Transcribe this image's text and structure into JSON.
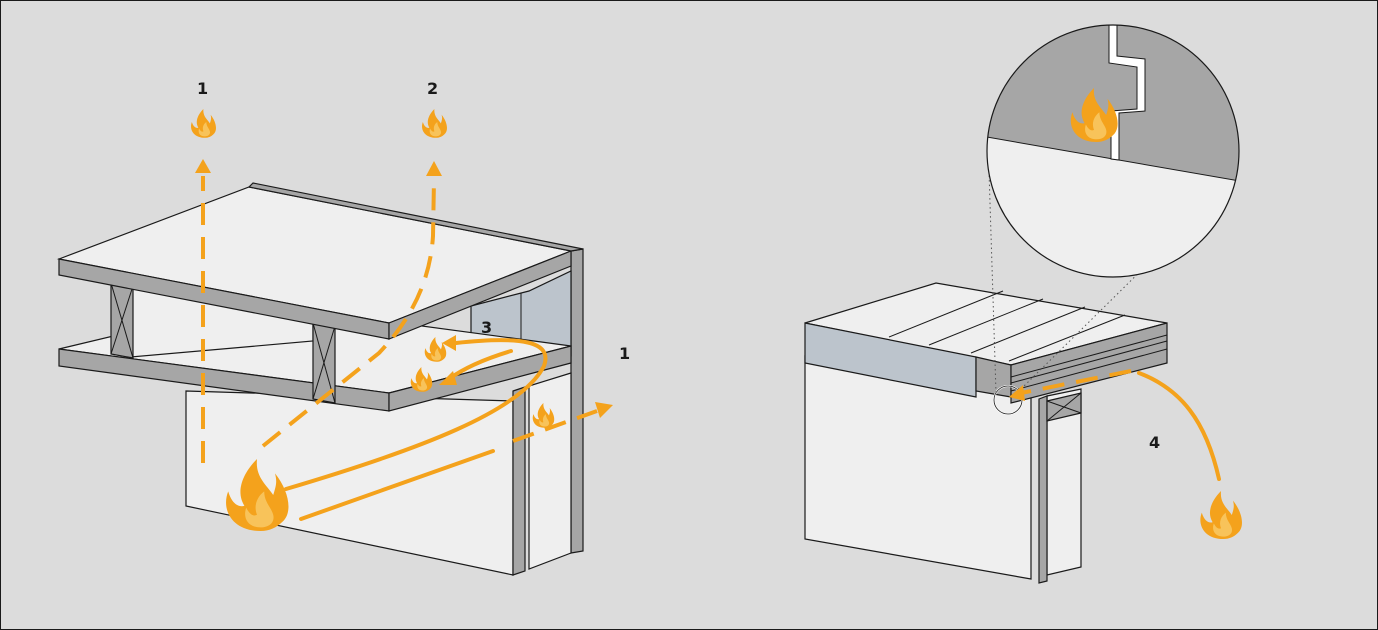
{
  "colors": {
    "background": "#dcdcdc",
    "fire": "#f4a21c",
    "fire_light": "#f8c35a",
    "insulation": "#bcc4cc",
    "edge_gray": "#a6a6a6",
    "surface": "#efefef",
    "line": "#1a1a1a"
  },
  "labels": {
    "path_1_left": "1",
    "path_2": "2",
    "path_3": "3",
    "path_1_right": "1",
    "path_4": "4"
  },
  "icons": {
    "flame": "flame-icon",
    "arrow": "arrow-head-icon"
  }
}
